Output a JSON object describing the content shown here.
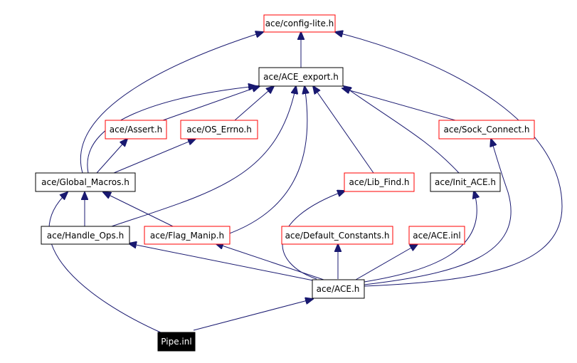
{
  "colors": {
    "edge": "#191970",
    "border_normal": "#000000",
    "border_truncated": "#ff0000",
    "root_fill": "#000000",
    "root_text": "#ffffff",
    "background": "#ffffff"
  },
  "nodes": {
    "config_lite": "ace/config-lite.h",
    "ace_export": "ace/ACE_export.h",
    "assert": "ace/Assert.h",
    "os_errno": "ace/OS_Errno.h",
    "sock_connect": "ace/Sock_Connect.h",
    "global_macros": "ace/Global_Macros.h",
    "lib_find": "ace/Lib_Find.h",
    "init_ace": "ace/Init_ACE.h",
    "handle_ops": "ace/Handle_Ops.h",
    "flag_manip": "ace/Flag_Manip.h",
    "default_constants": "ace/Default_Constants.h",
    "ace_inl": "ace/ACE.inl",
    "ace_h": "ace/ACE.h",
    "pipe_inl": "Pipe.inl"
  }
}
